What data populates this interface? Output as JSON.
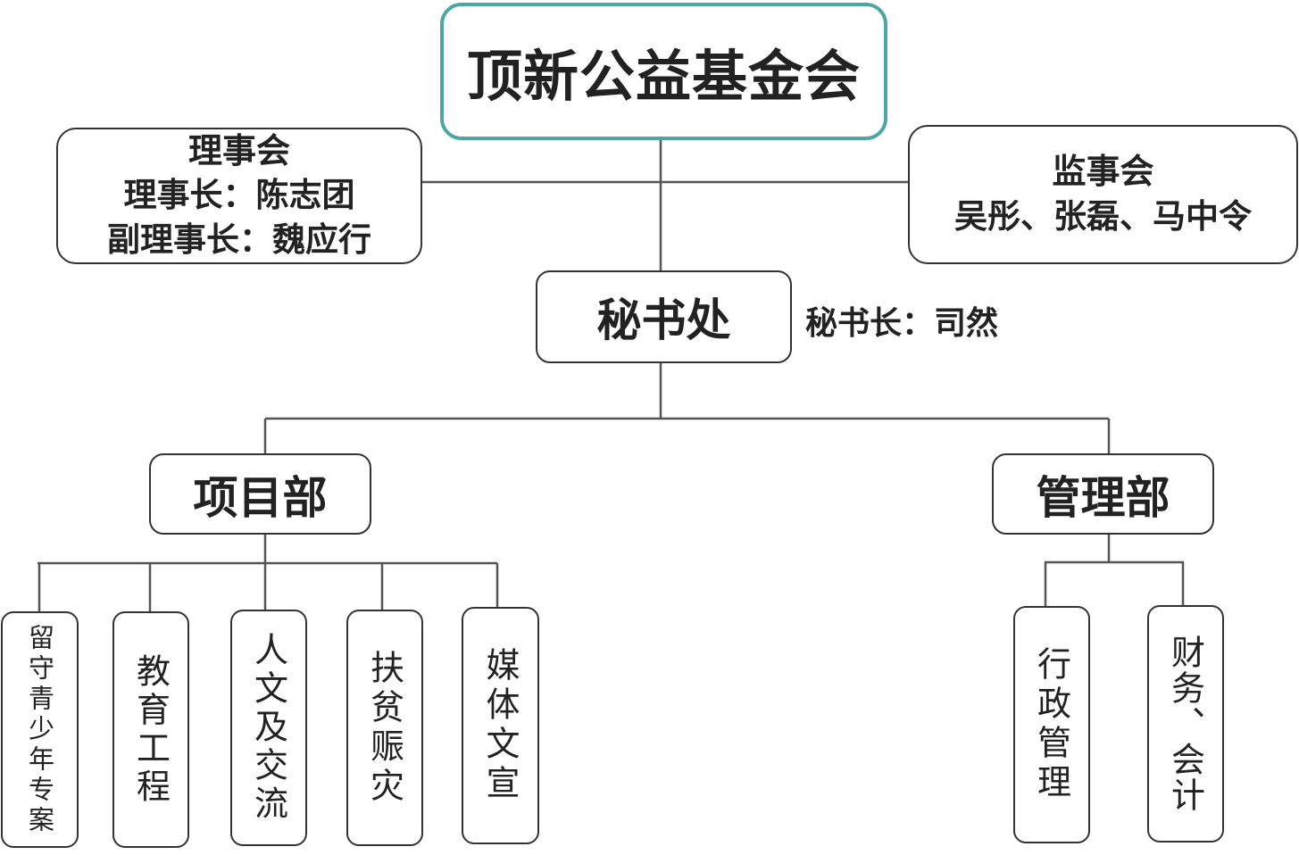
{
  "root": {
    "title": "顶新公益基金会"
  },
  "board": {
    "title": "理事会",
    "chair": "理事长：陈志团",
    "vice_chair": "副理事长：魏应行"
  },
  "supervisors": {
    "title": "监事会",
    "members": "吴彤、张磊、马中令"
  },
  "secretariat": {
    "title": "秘书处",
    "secretary_general": "秘书长：司然"
  },
  "project_dept": {
    "title": "项目部",
    "units": [
      {
        "label": "留守青少年专案"
      },
      {
        "label": "教育工程"
      },
      {
        "label": "人文及交流"
      },
      {
        "label": "扶贫赈灾"
      },
      {
        "label": "媒体文宣"
      }
    ]
  },
  "admin_dept": {
    "title": "管理部",
    "units": [
      {
        "label": "行政管理"
      },
      {
        "label": "财务、会计"
      }
    ]
  },
  "colors": {
    "root_border": "#4ea6a3",
    "box_border": "#333333",
    "connector": "#555555"
  }
}
